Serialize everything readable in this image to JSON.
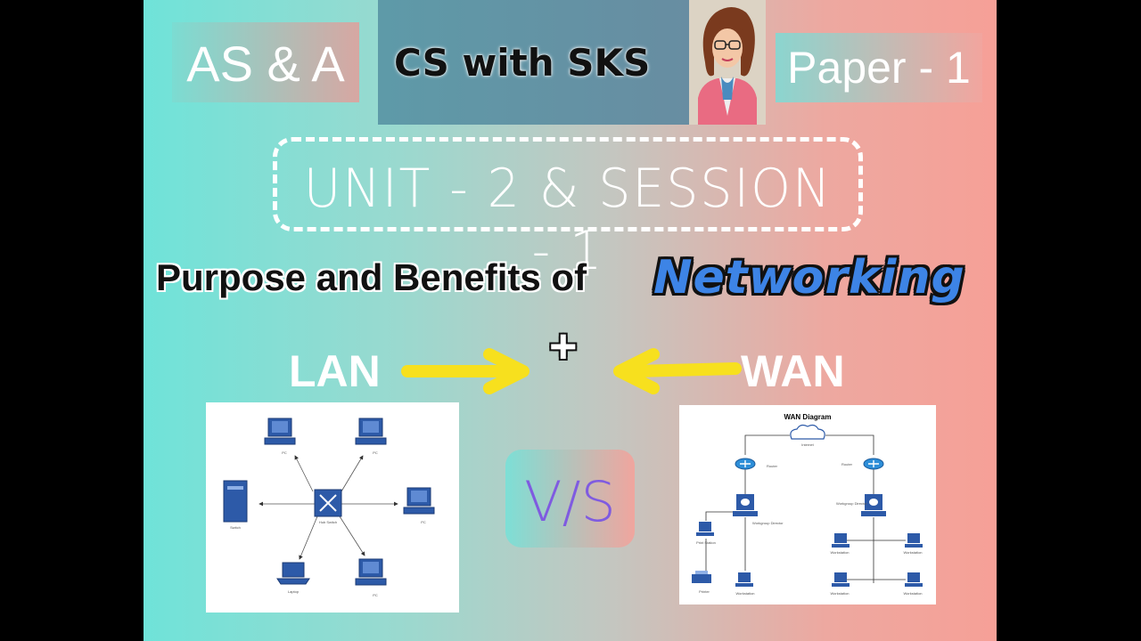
{
  "header": {
    "level": "AS & A",
    "channel": "CS with SKS",
    "paper": "Paper - 1"
  },
  "unit_session": "UNIT - 2 & SESSION - 1",
  "topic": {
    "lead": "Purpose and Benefits of",
    "highlight": "Networking",
    "plus": "+"
  },
  "labels": {
    "lan": "LAN",
    "wan": "WAN",
    "vs": "V/S"
  },
  "lan_diagram": {
    "center": "Hub Switch",
    "nodes": [
      "PC",
      "PC",
      "Switch",
      "PC",
      "Laptop",
      "PC"
    ]
  },
  "wan_diagram": {
    "title": "WAN Diagram",
    "cloud": "Internet",
    "routers": [
      "Router",
      "Router"
    ],
    "directors": [
      "Workgroup Director",
      "Workgroup Director"
    ],
    "left_nodes": [
      "Print Station",
      "Printer",
      "Workstation"
    ],
    "right_nodes": [
      "Workstation",
      "Workstation",
      "Workstation",
      "Workstation"
    ]
  },
  "colors": {
    "arrow": "#f7e01e",
    "networking": "#3d84e6",
    "vs_text": "#7f5be0"
  },
  "icons": [
    "presenter-avatar",
    "arrow-right-icon",
    "arrow-left-icon",
    "computer-icon",
    "switch-icon",
    "laptop-icon",
    "router-icon",
    "cloud-icon",
    "printer-icon"
  ]
}
